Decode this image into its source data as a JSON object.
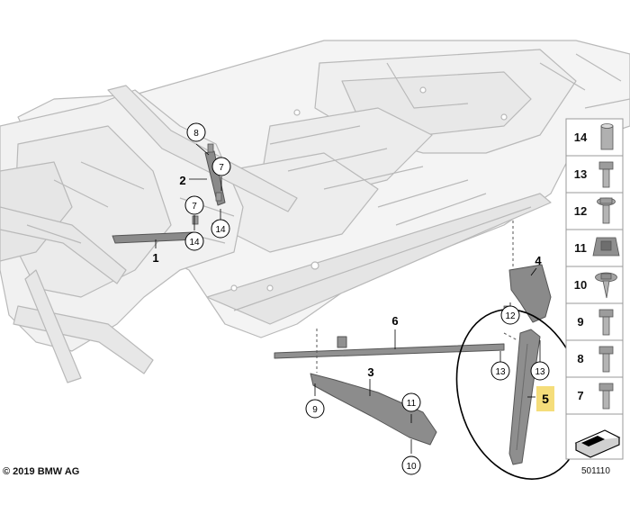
{
  "diagram": {
    "copyright": "© 2019 BMW AG",
    "diagram_id": "501110",
    "callouts": {
      "c1": "1",
      "c2": "2",
      "c3": "3",
      "c4": "4",
      "c5": "5",
      "c6": "6",
      "c7a": "7",
      "c7b": "7",
      "c8": "8",
      "c9": "9",
      "c10": "10",
      "c11": "11",
      "c12": "12",
      "c13a": "13",
      "c13b": "13",
      "c14a": "14",
      "c14b": "14"
    },
    "legend": {
      "l14": "14",
      "l13": "13",
      "l12": "12",
      "l11": "11",
      "l10": "10",
      "l9": "9",
      "l8": "8",
      "l7": "7"
    },
    "colors": {
      "body_line": "#b9b9b9",
      "part_fill": "#8a8a8a",
      "part_dark": "#5b5b5b",
      "highlight": "#f5dd7a",
      "outline": "#000000"
    }
  }
}
